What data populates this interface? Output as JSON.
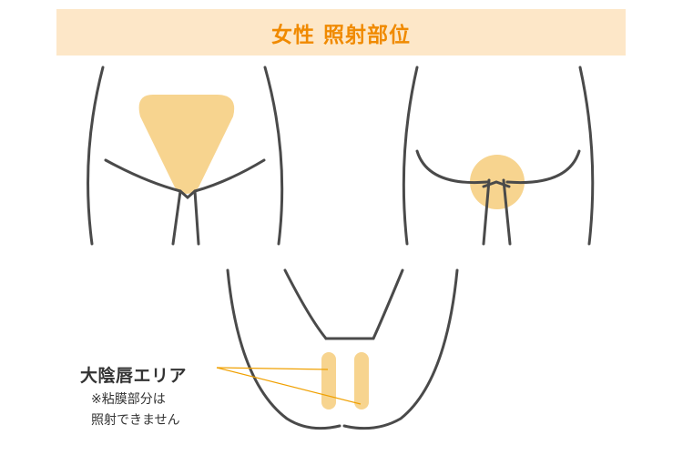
{
  "header": {
    "title": "女性 照射部位"
  },
  "annotation": {
    "area_label": "大陰唇エリア",
    "note_line1": "※粘膜部分は",
    "note_line2": "照射できません"
  },
  "colors": {
    "banner_bg": "#fde7c8",
    "title": "#f08a00",
    "highlight": "#f7d48f",
    "line": "#4a4a4a",
    "pointer": "#f0a000"
  }
}
